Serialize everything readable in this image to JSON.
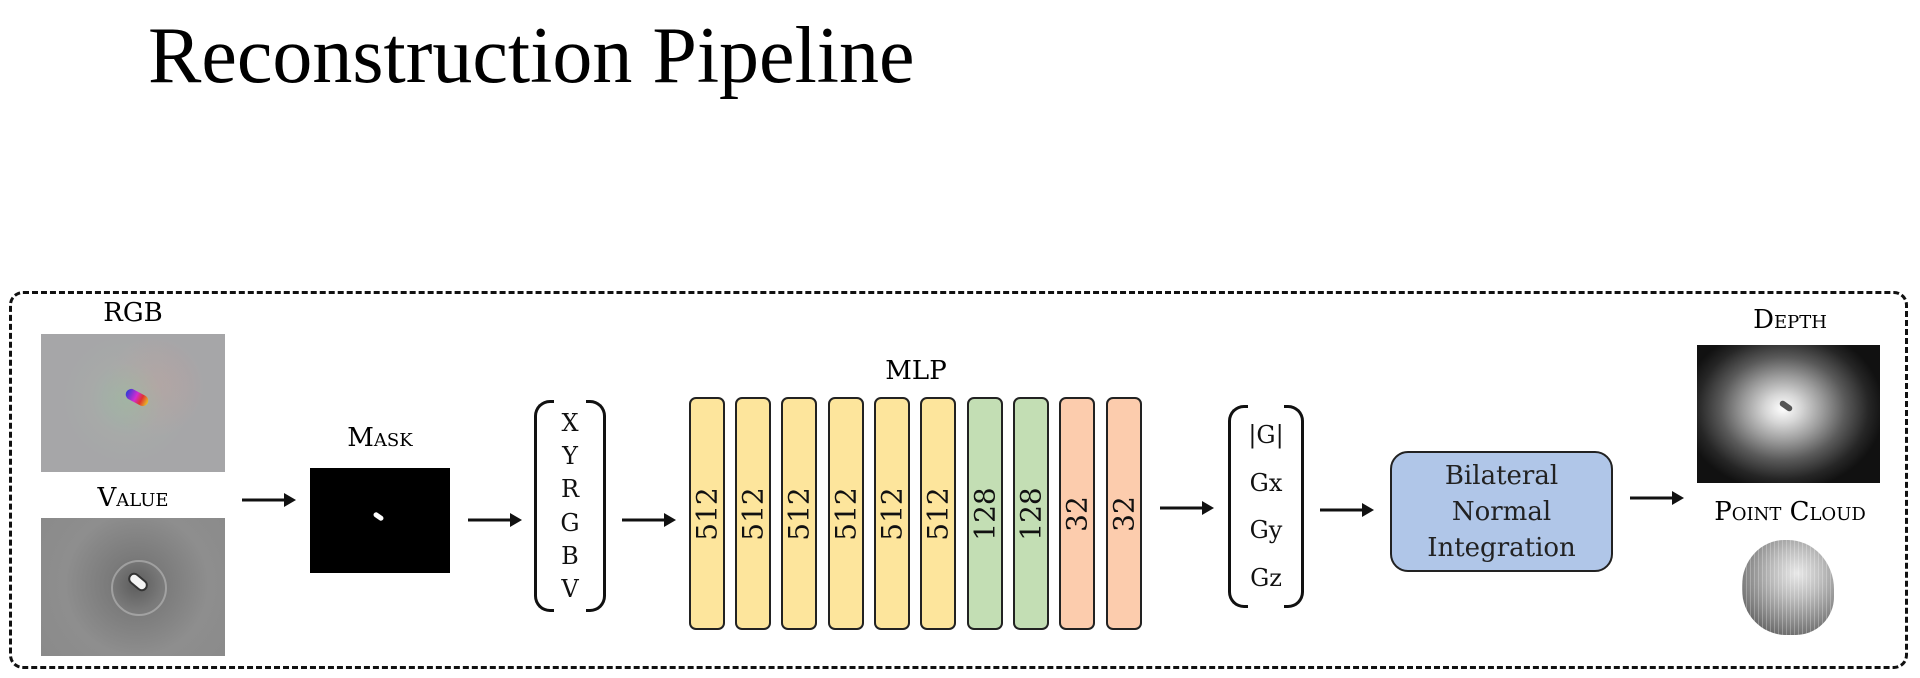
{
  "title": "Reconstruction Pipeline",
  "inputs": {
    "rgb_label": "RGB",
    "value_label": "Value",
    "mask_label": "Mask"
  },
  "input_vector": [
    "X",
    "Y",
    "R",
    "G",
    "B",
    "V"
  ],
  "mlp": {
    "label": "MLP",
    "layers": [
      "512",
      "512",
      "512",
      "512",
      "512",
      "512",
      "128",
      "128",
      "32",
      "32"
    ],
    "colors": {
      "512": "#fde59c",
      "128": "#c3deb4",
      "32": "#fcccad"
    }
  },
  "output_vector": [
    "|G|",
    "Gx",
    "Gy",
    "Gz"
  ],
  "integration": {
    "lines": [
      "Bilateral",
      "Normal",
      "Integration"
    ],
    "color": "#b0c6e8"
  },
  "outputs": {
    "depth_label": "Depth",
    "point_cloud_label": "Point Cloud"
  }
}
